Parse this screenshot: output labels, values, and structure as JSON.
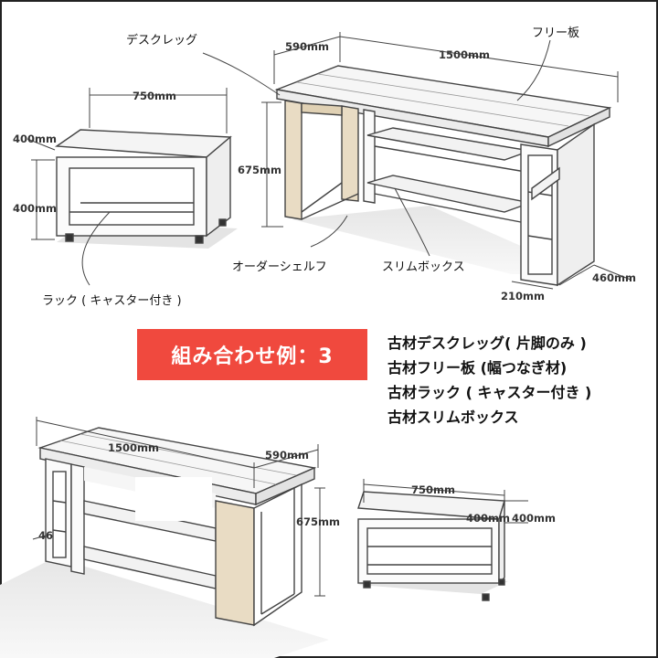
{
  "title_badge": "組み合わせ例：3",
  "parts_list": [
    "古材デスクレッグ( 片脚のみ )",
    "古材フリー板 (幅つなぎ材)",
    "古材ラック ( キャスター付き )",
    "古材スリムボックス"
  ],
  "labels": {
    "desk_leg": "デスクレッグ",
    "free_board": "フリー板",
    "order_shelf": "オーダーシェルフ",
    "slim_box": "スリムボックス",
    "rack": "ラック ( キャスター付き )"
  },
  "top": {
    "rack_width": "750mm",
    "rack_depth": "400mm",
    "rack_height": "400mm",
    "desk_depth": "590mm",
    "desk_width": "1500mm",
    "desk_height": "675mm",
    "box_width": "210mm",
    "box_depth": "460mm"
  },
  "bottom": {
    "desk_width": "1500mm",
    "desk_depth": "590mm",
    "desk_height": "675mm",
    "box_partial": "46",
    "rack_width": "750mm",
    "rack_depth": "400mm",
    "rack_height": "400mm"
  },
  "colors": {
    "badge": "#f0493e",
    "wood": "#e9dcc4",
    "line": "#333333"
  }
}
